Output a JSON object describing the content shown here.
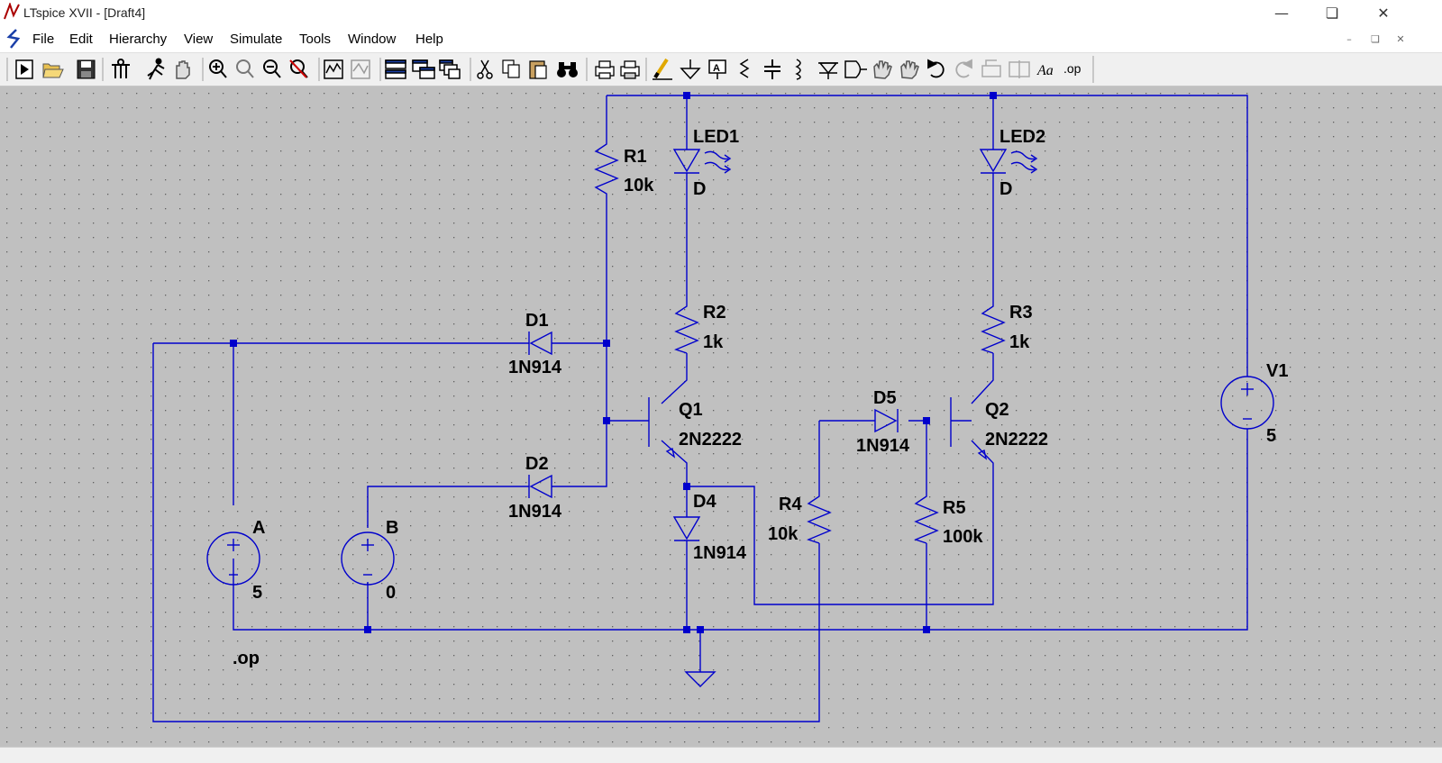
{
  "window": {
    "title": "LTspice XVII - [Draft4]"
  },
  "menu": {
    "items": [
      "File",
      "Edit",
      "Hierarchy",
      "View",
      "Simulate",
      "Tools",
      "Window",
      "Help"
    ]
  },
  "toolbar": {
    "icons": [
      "new-schematic-icon",
      "open-icon",
      "save-icon",
      "control-panel-icon",
      "run-icon",
      "pan-icon",
      "zoom-in-icon",
      "zoom-area-icon",
      "zoom-out-icon",
      "zoom-cancel-icon",
      "autorange-icon",
      "waveform-window-icon",
      "tile-horizontal-icon",
      "tile-vertical-icon",
      "cascade-icon",
      "cut-icon",
      "copy-icon",
      "paste-icon",
      "find-icon",
      "print-icon",
      "print-setup-icon",
      "draw-wire-icon",
      "ground-icon",
      "label-net-icon",
      "resistor-icon",
      "capacitor-icon",
      "inductor-icon",
      "diode-icon",
      "component-icon",
      "move-icon",
      "drag-icon",
      "undo-icon",
      "redo-icon",
      "rotate-icon",
      "mirror-icon",
      "text-icon",
      "spice-directive-icon"
    ],
    "text_buttons": {
      "text": "Aa",
      "directive": ".op"
    }
  },
  "schematic": {
    "components": {
      "r1": {
        "name": "R1",
        "value": "10k"
      },
      "r2": {
        "name": "R2",
        "value": "1k"
      },
      "r3": {
        "name": "R3",
        "value": "1k"
      },
      "r4": {
        "name": "R4",
        "value": "10k"
      },
      "r5": {
        "name": "R5",
        "value": "100k"
      },
      "led1": {
        "name": "LED1",
        "value": "D"
      },
      "led2": {
        "name": "LED2",
        "value": "D"
      },
      "d1": {
        "name": "D1",
        "value": "1N914"
      },
      "d2": {
        "name": "D2",
        "value": "1N914"
      },
      "d4": {
        "name": "D4",
        "value": "1N914"
      },
      "d5": {
        "name": "D5",
        "value": "1N914"
      },
      "q1": {
        "name": "Q1",
        "value": "2N2222"
      },
      "q2": {
        "name": "Q2",
        "value": "2N2222"
      },
      "va": {
        "name": "A",
        "value": "5"
      },
      "vb": {
        "name": "B",
        "value": "0"
      },
      "v1": {
        "name": "V1",
        "value": "5"
      }
    },
    "directive": ".op"
  },
  "colors": {
    "wire": "#0000cc",
    "canvas": "#c0c0c0",
    "grid_dot": "#606060",
    "toolbar": "#f0f0f0"
  }
}
